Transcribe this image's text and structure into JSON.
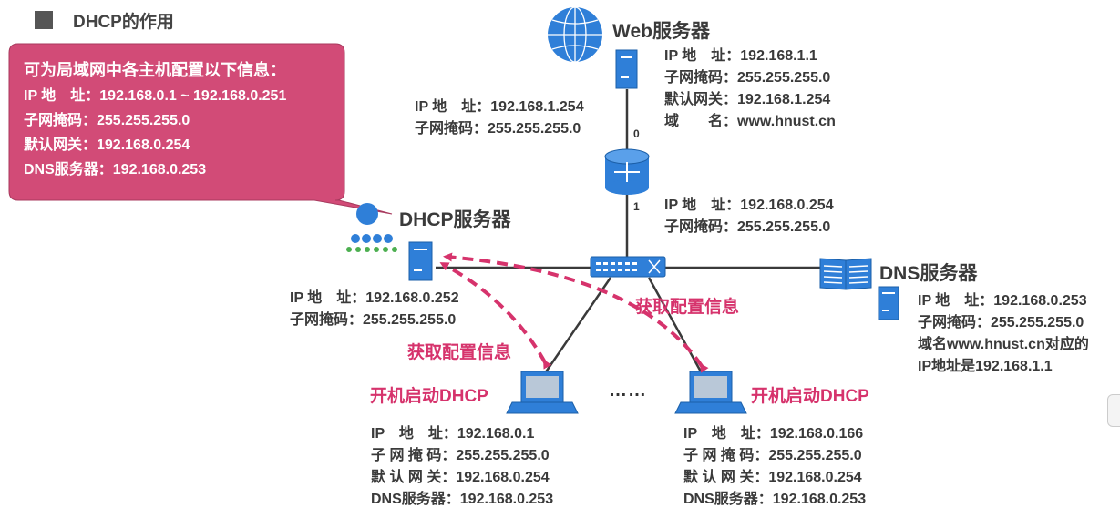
{
  "title": "DHCP的作用",
  "callout": {
    "title": "可为局域网中各主机配置以下信息：",
    "rows": [
      "IP 地　址：192.168.0.1 ~ 192.168.0.251",
      "子网掩码：255.255.255.0",
      "默认网关：192.168.0.254",
      "DNS服务器：192.168.0.253"
    ]
  },
  "web_server": {
    "name": "Web服务器",
    "info": [
      "IP 地　址：192.168.1.1",
      "子网掩码：255.255.255.0",
      "默认网关：192.168.1.254",
      "域　　名：www.hnust.cn"
    ]
  },
  "router": {
    "port0": "0",
    "port1": "1",
    "iface0": [
      "IP 地　址：192.168.1.254",
      "子网掩码：255.255.255.0"
    ],
    "iface1": [
      "IP 地　址：192.168.0.254",
      "子网掩码：255.255.255.0"
    ]
  },
  "dhcp_server": {
    "name": "DHCP服务器",
    "info": [
      "IP 地　址：192.168.0.252",
      "子网掩码：255.255.255.0"
    ]
  },
  "dns_server": {
    "name": "DNS服务器",
    "info": [
      "IP 地　址：192.168.0.253",
      "子网掩码：255.255.255.0",
      "域名www.hnust.cn对应的",
      "IP地址是192.168.1.1"
    ]
  },
  "arrows": {
    "left_label": "获取配置信息",
    "right_label": "获取配置信息"
  },
  "hosts": [
    {
      "boot_label": "开机启动DHCP",
      "info": [
        "IP　地　址：192.168.0.1",
        "子 网 掩 码：255.255.255.0",
        "默 认 网 关：192.168.0.254",
        "DNS服务器：192.168.0.253"
      ]
    },
    {
      "boot_label": "开机启动DHCP",
      "info": [
        "IP　地　址：192.168.0.166",
        "子 网 掩 码：255.255.255.0",
        "默 认 网 关：192.168.0.254",
        "DNS服务器：192.168.0.253"
      ]
    }
  ],
  "ellipsis": "……",
  "colors": {
    "accent": "#d6336c",
    "callout_bg": "#d24b77",
    "device_blue": "#2f7fd8",
    "line_gray": "#3a3a3a"
  }
}
